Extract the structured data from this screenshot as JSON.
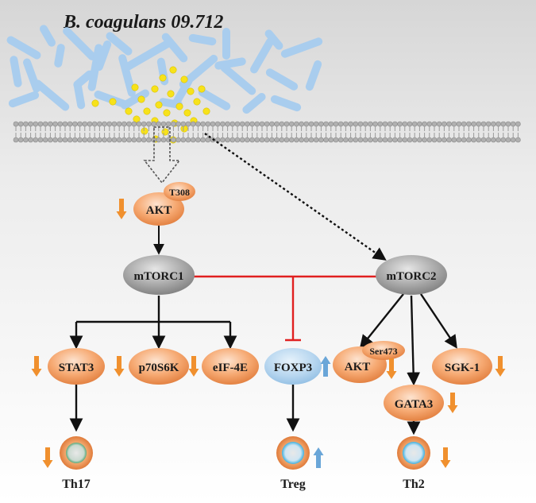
{
  "title": "B. coagulans 09.712",
  "nodes": {
    "akt_top": "AKT",
    "t308": "T308",
    "mtorc1": "mTORC1",
    "mtorc2": "mTORC2",
    "stat3": "STAT3",
    "p70s6k": "p70S6K",
    "eif4e": "eIF-4E",
    "foxp3": "FOXP3",
    "akt_right": "AKT",
    "ser473": "Ser473",
    "sgk1": "SGK-1",
    "gata3": "GATA3"
  },
  "cells": {
    "th17": "Th17",
    "treg": "Treg",
    "th2": "Th2"
  },
  "colors": {
    "orange_node": "#f4a06a",
    "grey_node": "#9a9a9a",
    "blue_node": "#b9d8f0",
    "down_arrow": "#f0902e",
    "up_arrow": "#6aa6d8",
    "inhibition": "#e02020",
    "bacteria": "#a9cdee",
    "metabolite": "#f7e21a"
  },
  "regulation": {
    "akt_top": "down",
    "stat3": "down",
    "p70s6k": "down",
    "eif4e": "down",
    "foxp3": "up",
    "akt_right": "down",
    "sgk1": "down",
    "gata3": "down",
    "th17": "down",
    "treg": "up",
    "th2": "down"
  }
}
